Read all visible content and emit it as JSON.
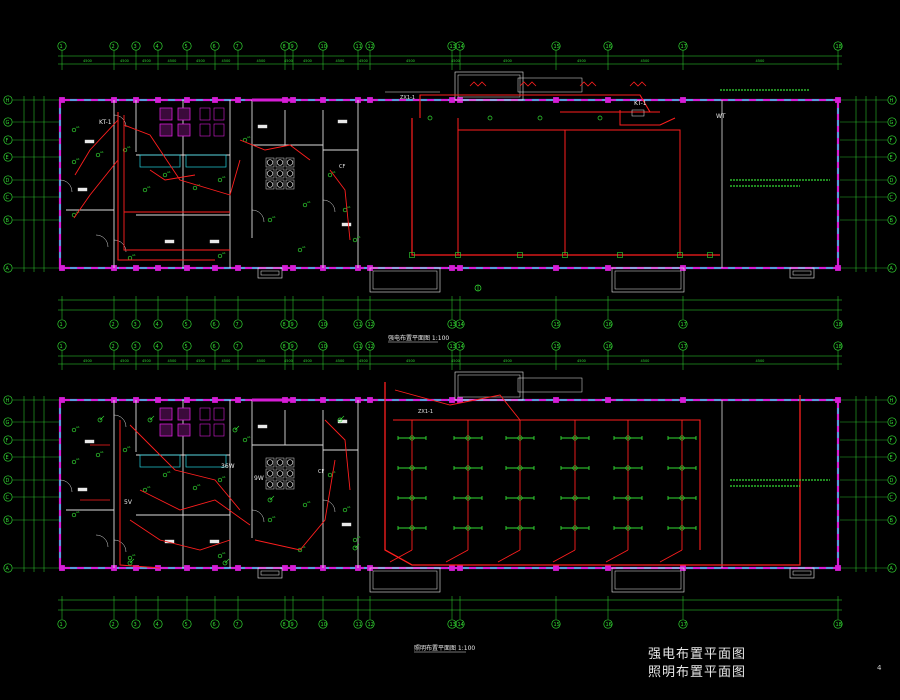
{
  "sheet": {
    "title_line1": "强电布置平面图",
    "title_line2": "照明布置平面图",
    "sheet_number": "4"
  },
  "colors": {
    "background": "#000000",
    "axis": "#33dd33",
    "wall": "#d61dd6",
    "window": "#22d3e0",
    "circuit": "#ff1e1e",
    "annotation": "#e8e8e8",
    "fixture": "#33dd33"
  },
  "plans": [
    {
      "id": "power",
      "caption": "强电布置平面图  1:100",
      "labels": {
        "panel_left": "KT-1",
        "panel_right": "KT-1",
        "wt": "WT",
        "cf": "CF",
        "zx": "ZX1-1"
      }
    },
    {
      "id": "lighting",
      "caption": "照明布置平面图  1:100",
      "labels": {
        "v5": "5V",
        "w36": "36W",
        "w9": "9W",
        "cf": "CF",
        "zx": "ZX1-1"
      }
    }
  ],
  "axes": {
    "top_numbers": [
      "1",
      "2",
      "3",
      "4",
      "5",
      "6",
      "7",
      "8",
      "9",
      "10",
      "11",
      "12",
      "13",
      "14",
      "15",
      "16",
      "17",
      "18"
    ],
    "side_letters": [
      "H",
      "G",
      "F",
      "E",
      "D",
      "C",
      "B",
      "A"
    ]
  }
}
